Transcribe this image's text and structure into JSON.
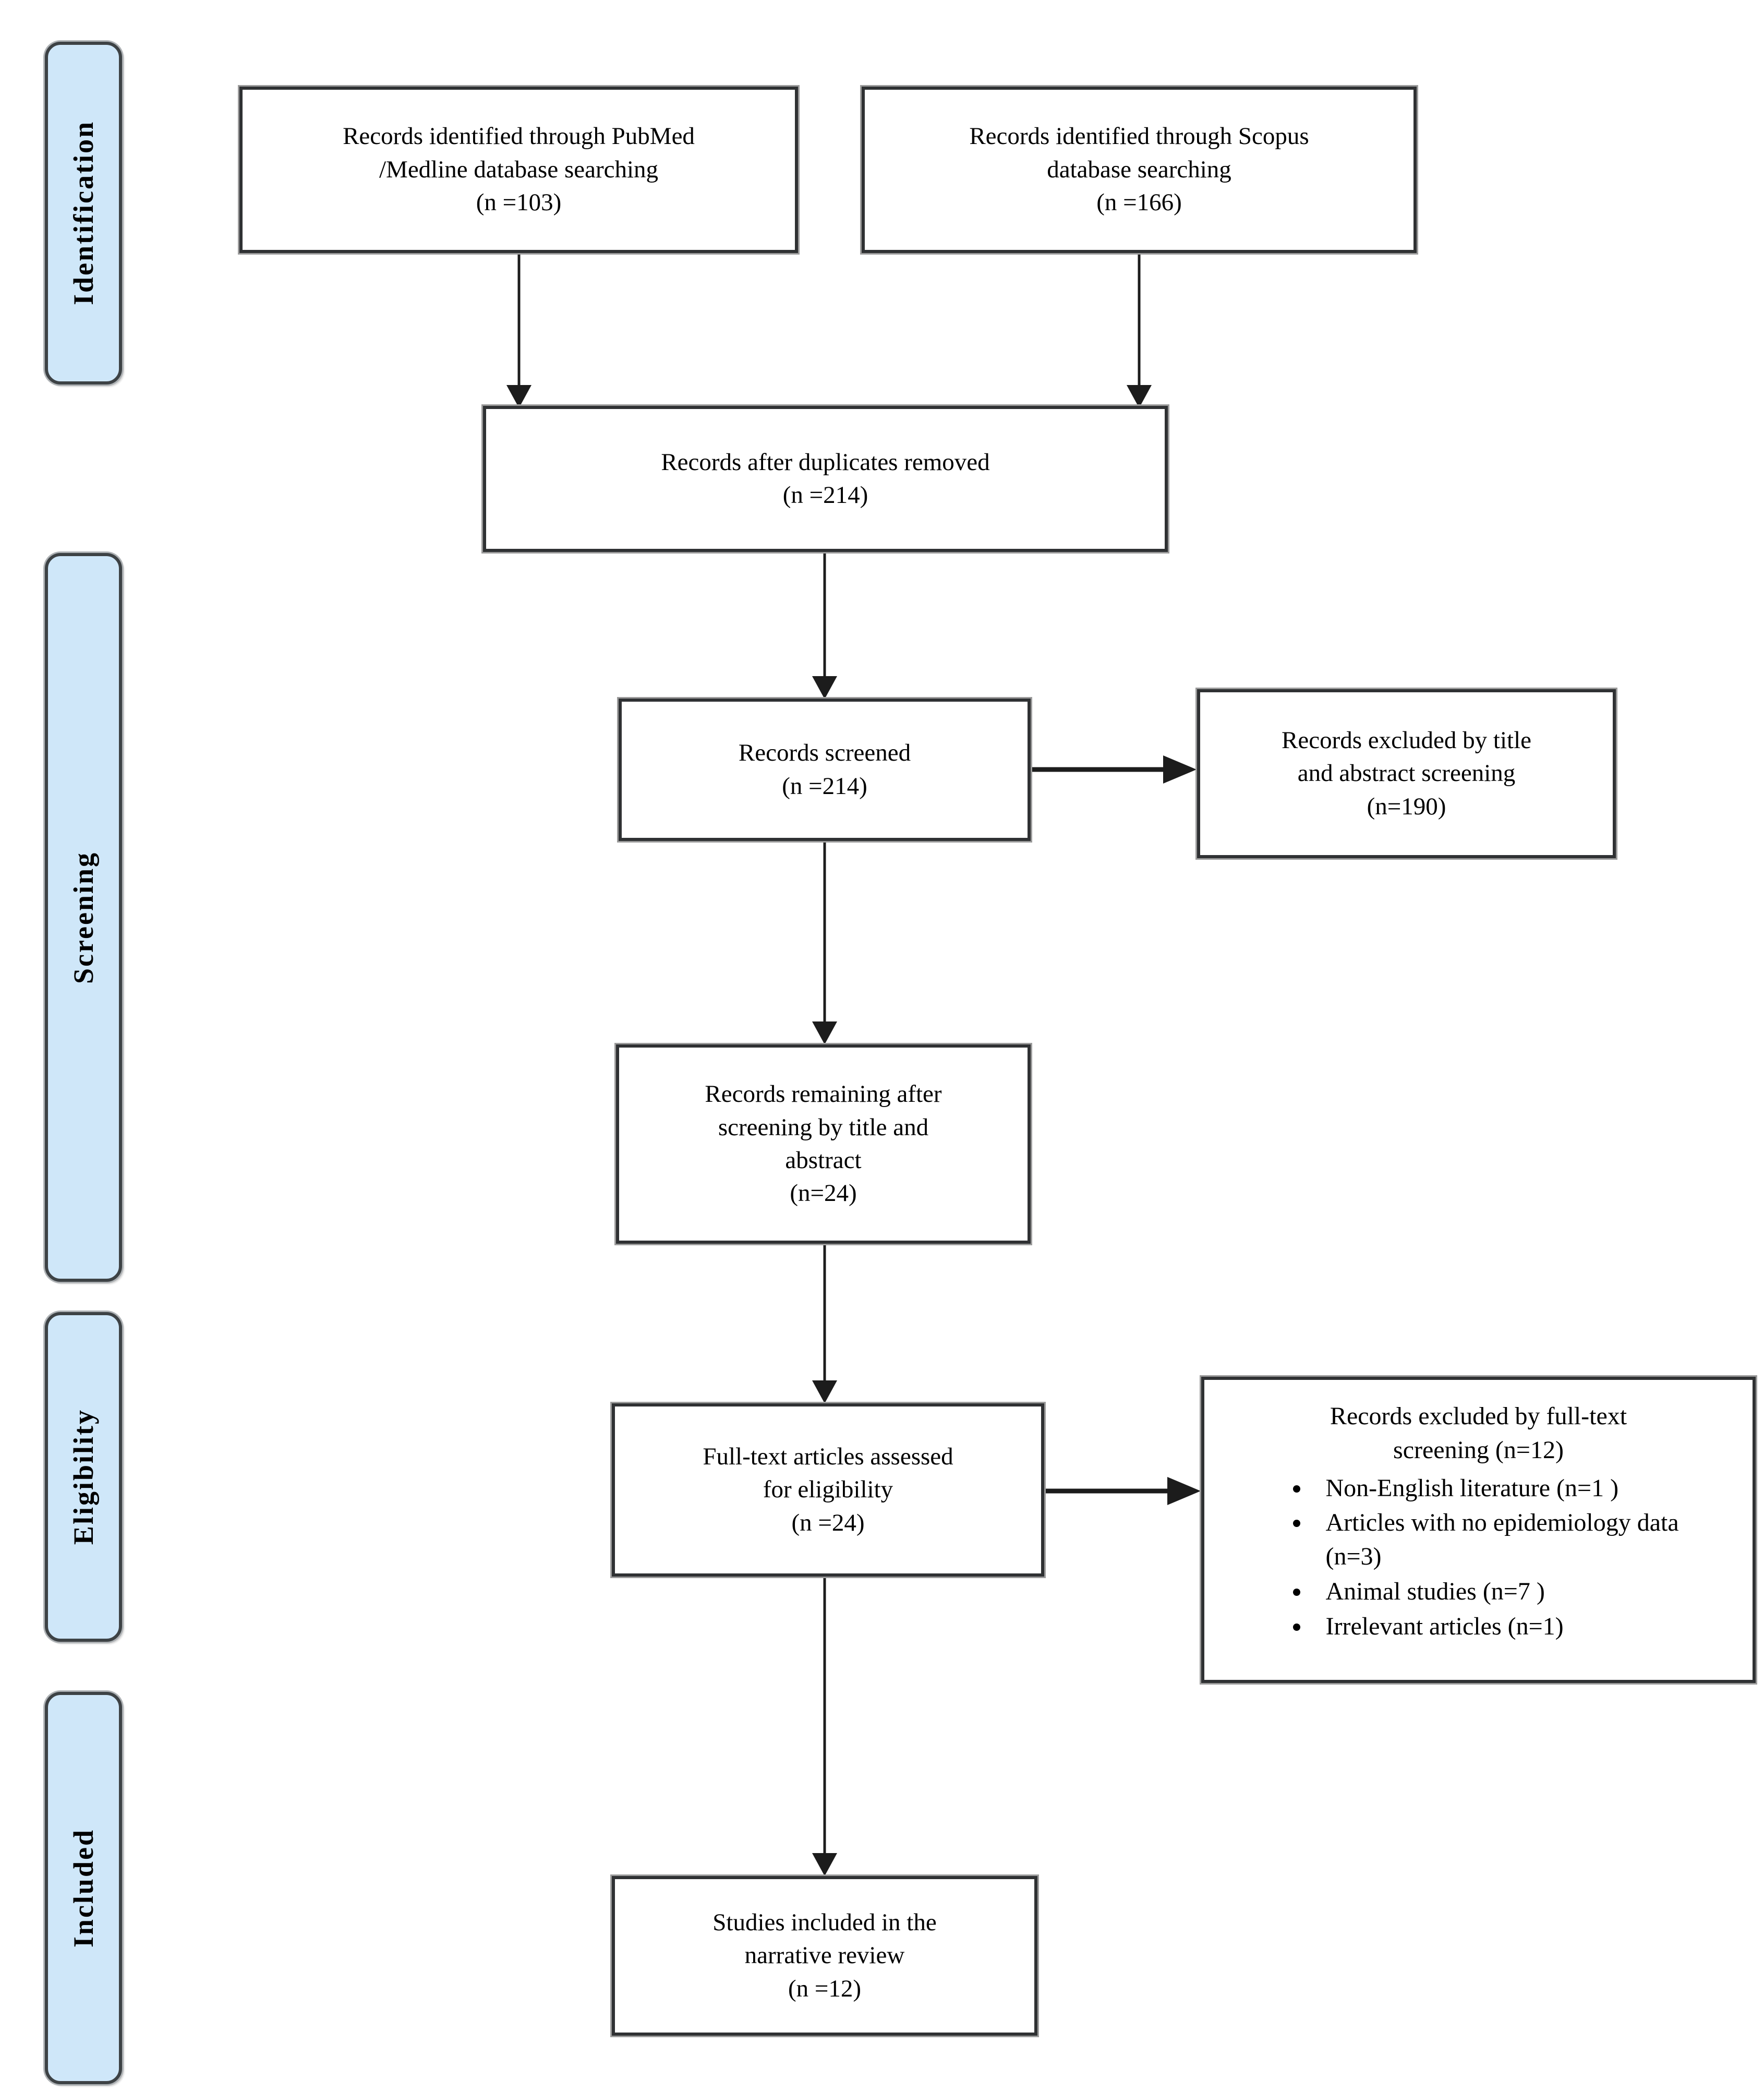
{
  "colors": {
    "stage_fill": "#cfe7f9",
    "stage_border": "#3d4245",
    "box_border": "#2f3133",
    "arrow": "#1c1c1c"
  },
  "stages": {
    "identification": "Identification",
    "screening": "Screening",
    "eligibility": "Eligibility",
    "included": "Included"
  },
  "boxes": {
    "pubmed": "Records identified through PubMed\n/Medline database searching\n(n =103)",
    "scopus": "Records identified through Scopus\ndatabase searching\n(n =166)",
    "duplicates_removed": "Records after duplicates removed\n(n =214)",
    "screened": "Records screened\n(n =214)",
    "excluded_title_abstract": "Records excluded by title\nand abstract screening\n(n=190)",
    "remaining_after_screening": "Records remaining after\nscreening by title and\nabstract\n(n=24)",
    "fulltext_assessed": "Full-text articles assessed\nfor eligibility\n(n =24)",
    "excluded_fulltext": {
      "title": "Records excluded by full-text\nscreening (n=12)",
      "items": [
        "Non-English literature (n=1 )",
        "Articles with no epidemiology data (n=3)",
        "Animal studies (n=7 )",
        "Irrelevant articles (n=1)"
      ]
    },
    "included_review": "Studies included in the\nnarrative review\n(n =12)"
  }
}
